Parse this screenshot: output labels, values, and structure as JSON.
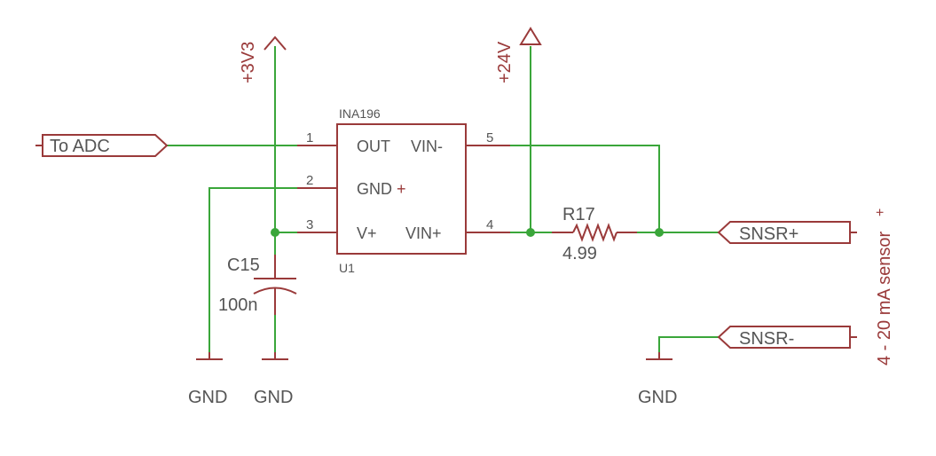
{
  "colors": {
    "wire": "#3aa63a",
    "part": "#9a3a3a",
    "text": "#555555",
    "background": "#ffffff"
  },
  "ic": {
    "name": "INA196",
    "designator": "U1",
    "pins": {
      "out": {
        "label": "OUT",
        "number": "1"
      },
      "gnd": {
        "label": "GND",
        "number": "2"
      },
      "vplus": {
        "label": "V+",
        "number": "3"
      },
      "vinplus": {
        "label": "VIN+",
        "number": "4"
      },
      "vinminus": {
        "label": "VIN-",
        "number": "5"
      }
    },
    "gnd_mark": "+"
  },
  "power": {
    "v33": "+3V3",
    "v24": "+24V"
  },
  "ports": {
    "to_adc": "To ADC",
    "snsr_plus": "SNSR+",
    "snsr_minus": "SNSR-"
  },
  "capacitor": {
    "designator": "C15",
    "value": "100n"
  },
  "resistor": {
    "designator": "R17",
    "value": "4.99"
  },
  "grounds": [
    "GND",
    "GND",
    "GND"
  ],
  "sensor_label": "4 - 20 mA sensor",
  "sensor_mark": "+"
}
